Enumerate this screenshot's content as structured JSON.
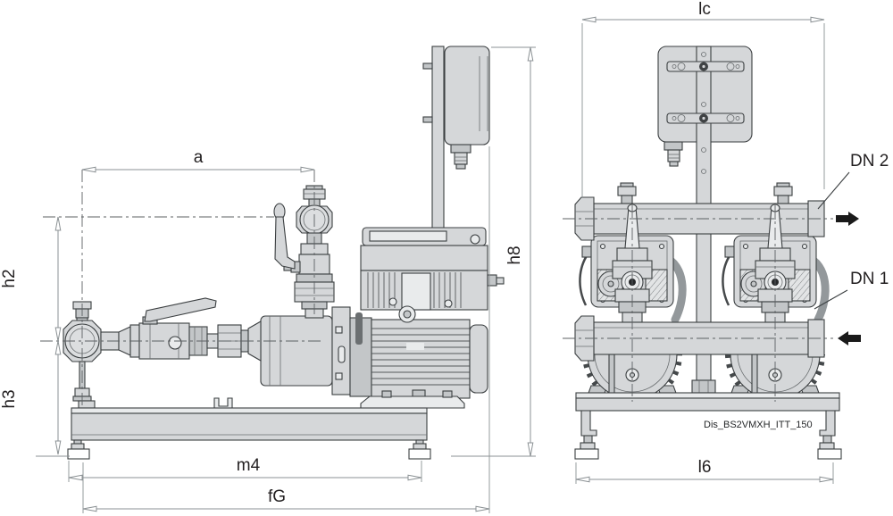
{
  "drawing": {
    "dimensions": {
      "a": "a",
      "h2": "h2",
      "h3": "h3",
      "m4": "m4",
      "fG": "fG",
      "h8": "h8",
      "lc": "lc",
      "l6": "l6"
    },
    "ports": {
      "discharge": "DN 2",
      "suction": "DN 1"
    },
    "code": "Dis_BS2VMXH_ITT_150",
    "colors": {
      "part_fill": "#d5d7d9",
      "part_fill_dark": "#c3c6c8",
      "outline": "#3b3f41",
      "dimension_lines": "#8b9194",
      "label_text": "#221f20",
      "flow_arrow": "#1a1a1a",
      "background": "#ffffff"
    }
  }
}
